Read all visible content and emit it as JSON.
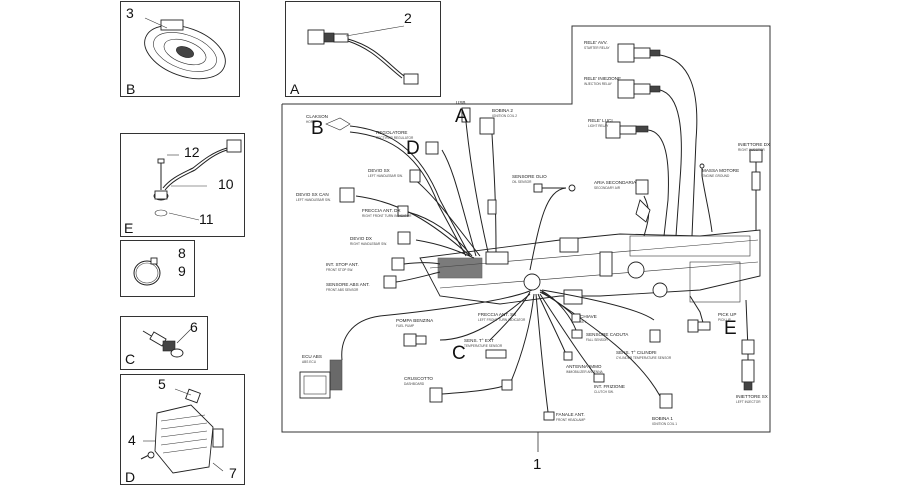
{
  "panels": {
    "B": {
      "letter": "B",
      "number": "3"
    },
    "A": {
      "letter": "A",
      "number": "2"
    },
    "E": {
      "letter": "E",
      "numbers": [
        "12",
        "10",
        "11"
      ]
    },
    "clip": {
      "numbers": [
        "8",
        "9"
      ]
    },
    "C": {
      "letter": "C",
      "number": "6"
    },
    "D": {
      "letter": "D",
      "numbers": [
        "5",
        "4",
        "7"
      ]
    }
  },
  "main": {
    "number": "1"
  },
  "callouts": {
    "A": "A",
    "B": "B",
    "C": "C",
    "D": "D",
    "E": "E"
  },
  "labels": {
    "rele_avv": "RELE' AVV.",
    "rele_avv_sub": "STARTER RELAY",
    "rele_iniezione": "RELE' INIEZIONE",
    "rele_iniezione_sub": "INJECTION RELAY",
    "rele_luci": "RELE' LUCI",
    "rele_luci_sub": "LIGHT RELAY",
    "iniettore_dx": "INIETTORE DX",
    "iniettore_dx_sub": "RIGHT INJECTOR",
    "clakson": "CLAKSON",
    "clakson_sub": "HORN",
    "regolatore": "REGOLATORE",
    "regolatore_sub": "RECTIFIER REGULATOR",
    "usb": "USB",
    "bobina_2": "BOBINA 2",
    "bobina_2_sub": "IGNITION COIL 2",
    "devio_sx": "DEVIO SX",
    "devio_sx_sub": "LEFT HANDLEBAR SW.",
    "devio_sx_can": "DEVIO SX CAN",
    "devio_sx_can_sub": "LEFT HANDLEBAR SW.",
    "sensore_olio": "SENSORE OLIO",
    "sensore_olio_sub": "OIL SENSOR",
    "aria_secondaria": "ARIA SECONDARIA",
    "aria_secondaria_sub": "SECONDARY AIR",
    "massa_motore": "MASSA MOTORE",
    "massa_motore_sub": "ENGINE GROUND",
    "freccia_ant_dx": "FRECCIA ANT. DX",
    "freccia_ant_dx_sub": "RIGHT FRONT TURN INDICATOR",
    "devio_dx": "DEVIO DX",
    "devio_dx_sub": "RIGHT HANDLEBAR SW.",
    "int_stop_ant": "INT. STOP ANT.",
    "int_stop_ant_sub": "FRONT STOP SW.",
    "sensore_abs_ant": "SENSORE ABS ANT.",
    "sensore_abs_ant_sub": "FRONT ABS SENSOR",
    "freccia_ant_sx": "FRECCIA ANT. SX",
    "freccia_ant_sx_sub": "LEFT FRONT TURN INDICATOR",
    "pompa_benzina": "POMPA BENZINA",
    "pompa_benzina_sub": "FUEL PUMP",
    "chiave": "CHIAVE",
    "chiave_sub": "KEY",
    "sensore_caduta": "SENSORE CADUTA",
    "sensore_caduta_sub": "FALL SENSOR",
    "sens_t_ext": "SENS. T° EXT",
    "sens_t_ext_sub": "TEMPERATURE SENSOR",
    "antenna_immo": "ANTENNA IMMO",
    "antenna_immo_sub": "IMMOBILIZER ANTENNA",
    "sens_t_cilindri": "SENS. T° CILINDRI",
    "sens_t_cilindri_sub": "CYLINDER TEMPERATURE SENSOR",
    "pick_up": "PICK UP",
    "pick_up_sub": "PICK UP",
    "ecu_abs": "ECU ABS",
    "ecu_abs_sub": "ABS ECU",
    "cruscotto": "CRUSCOTTO",
    "cruscotto_sub": "DASHBOARD",
    "int_frizione": "INT. FRIZIONE",
    "int_frizione_sub": "CLUTCH SW.",
    "fanale_ant": "FANALE ANT.",
    "fanale_ant_sub": "FRONT HEADLAMP",
    "bobina_1": "BOBINA 1",
    "bobina_1_sub": "IGNITION COIL 1",
    "iniettore_sx": "INIETTORE SX",
    "iniettore_sx_sub": "LEFT INJECTOR"
  }
}
